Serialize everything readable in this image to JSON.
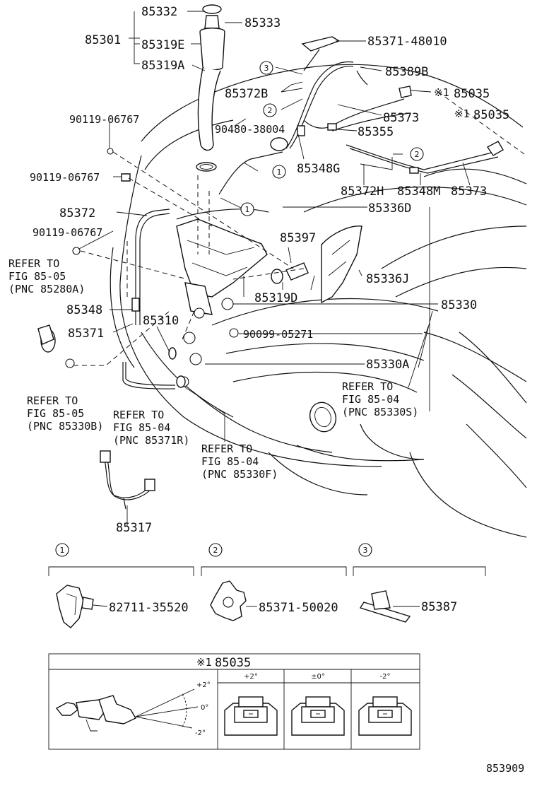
{
  "parts": {
    "p85332": "85332",
    "p85333": "85333",
    "p85301": "85301",
    "p85319E": "85319E",
    "p85319A": "85319A",
    "p85371_48010": "85371-48010",
    "p85389B": "85389B",
    "p85372B": "85372B",
    "p85035_a": "85035",
    "p85035_b": "85035",
    "p90119_a": "90119-06767",
    "p90119_b": "90119-06767",
    "p90119_c": "90119-06767",
    "p85373_a": "85373",
    "p90480": "90480-38004",
    "p85355": "85355",
    "p85348G": "85348G",
    "p85372H": "85372H",
    "p85348M": "85348M",
    "p85373_b": "85373",
    "p85336D": "85336D",
    "p85372": "85372",
    "p85397": "85397",
    "p85336J": "85336J",
    "p85319D": "85319D",
    "p85330": "85330",
    "p85348": "85348",
    "p85310": "85310",
    "p85371": "85371",
    "p90099": "90099-05271",
    "p85330A": "85330A",
    "p85317": "85317",
    "p82711": "82711-35520",
    "p85371_50020": "85371-50020",
    "p85387": "85387"
  },
  "refs": {
    "r1": [
      "REFER TO",
      "FIG 85-05",
      "(PNC 85280A)"
    ],
    "r2": [
      "REFER TO",
      "FIG 85-05",
      "(PNC 85330B)"
    ],
    "r3": [
      "REFER TO",
      "FIG 85-04",
      "(PNC 85371R)"
    ],
    "r4": [
      "REFER TO",
      "FIG 85-04",
      "(PNC 85330F)"
    ],
    "r5": [
      "REFER TO",
      "FIG 85-04",
      "(PNC 85330S)"
    ]
  },
  "callouts": {
    "c1": "1",
    "c2": "2",
    "c3": "3"
  },
  "note_mark": "※1",
  "detail_table": {
    "title_mark": "※1",
    "title": "85035",
    "columns": [
      "+2°",
      "±0°",
      "-2°"
    ],
    "angles": [
      "+2°",
      "0°",
      "-2°"
    ]
  },
  "figure_id": "853909"
}
